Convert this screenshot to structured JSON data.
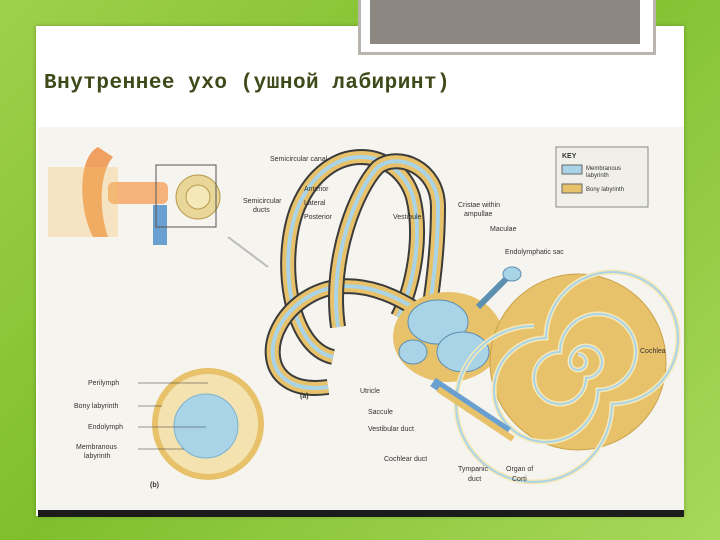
{
  "slide": {
    "title": "Внутреннее ухо (ушной лабиринт)"
  },
  "figure": {
    "labels": {
      "semicircular_canal": "Semicircular canal",
      "semicircular_ducts_1": "Semicircular",
      "semicircular_ducts_2": "ducts",
      "anterior": "Anterior",
      "lateral": "Lateral",
      "posterior": "Posterior",
      "vestibule": "Vestibule",
      "cristae_1": "Cristae within",
      "cristae_2": "ampullae",
      "maculae": "Maculae",
      "endolymphatic_sac": "Endolymphatic sac",
      "cochlea": "Cochlea",
      "utricle": "Utricle",
      "saccule": "Saccule",
      "vestibular_duct": "Vestibular duct",
      "cochlear_duct": "Cochlear duct",
      "tympanic_duct_1": "Tympanic",
      "tympanic_duct_2": "duct",
      "organ_of_corti_1": "Organ of",
      "organ_of_corti_2": "Corti",
      "panel_a": "(a)",
      "panel_b": "(b)",
      "perilymph": "Perilymph",
      "bony_labyrinth": "Bony labyrinth",
      "endolymph": "Endolymph",
      "membranous_1": "Membranous",
      "membranous_2": "labyrinth"
    },
    "key": {
      "title": "KEY",
      "membranous_1": "Membranous",
      "membranous_2": "labyrinth",
      "bony": "Bony labyrinth"
    },
    "colors": {
      "membranous": "#a9d4e8",
      "bony": "#e8c26a",
      "perilymph": "#f4e3b0"
    }
  }
}
